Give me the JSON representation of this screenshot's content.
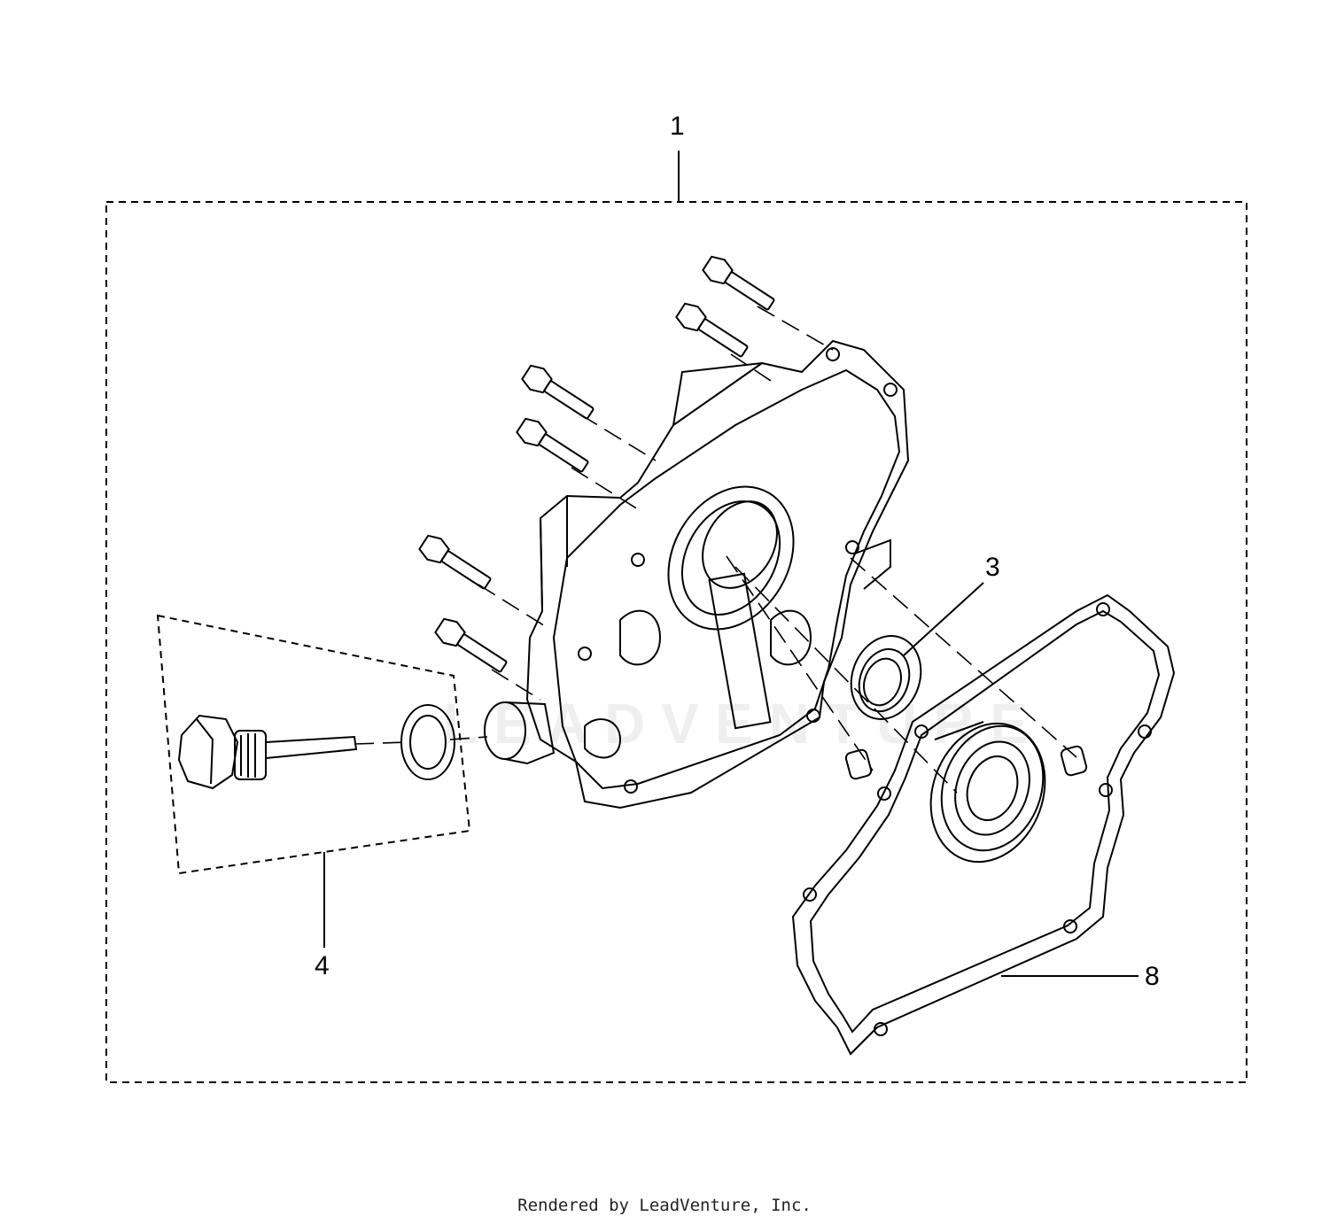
{
  "callouts": {
    "item_1": "1",
    "item_3": "3",
    "item_4": "4",
    "item_8": "8"
  },
  "footer": "Rendered by LeadVenture, Inc.",
  "watermark": "LEADVENTURE",
  "colors": {
    "line": "#000000",
    "background": "#ffffff"
  }
}
